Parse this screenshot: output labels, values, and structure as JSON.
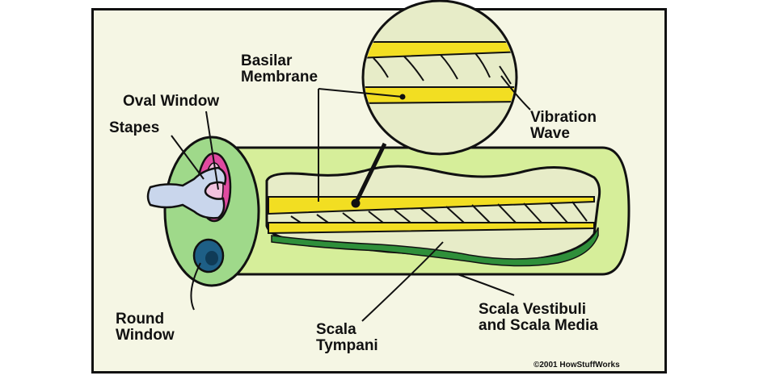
{
  "labels": {
    "basilar_membrane": [
      "Basilar",
      "Membrane"
    ],
    "oval_window": "Oval Window",
    "stapes": "Stapes",
    "vibration_wave": [
      "Vibration",
      "Wave"
    ],
    "round_window": [
      "Round",
      "Window"
    ],
    "scala_tympani": [
      "Scala",
      "Tympani"
    ],
    "scala_vestibuli": [
      "Scala Vestibuli",
      "and Scala Media"
    ]
  },
  "copyright": "©2001 HowStuffWorks",
  "colors": {
    "tube": "#d6ee9a",
    "tube_end": "#9fd98a",
    "inner_channel": "#e7ecc8",
    "membrane_yellow": "#f2de22",
    "green_band": "#2f8f3a",
    "oval_window": "#e04aa0",
    "stapes": "#c9d6ec",
    "round_window": "#1e5f86",
    "background": "#f5f6e4",
    "outline": "#111111"
  }
}
